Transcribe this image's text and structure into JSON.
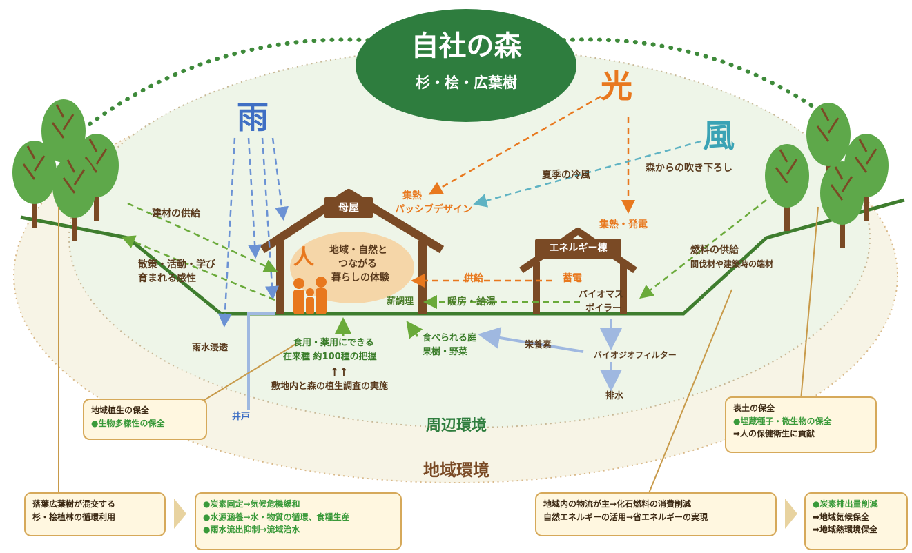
{
  "title": {
    "main": "自社の森",
    "sub": "杉・桧・広葉樹"
  },
  "elements": {
    "rain": "雨",
    "light": "光",
    "wind": "風",
    "person": "人"
  },
  "buildings": {
    "main_house": "母屋",
    "energy_building": "エネルギー棟"
  },
  "labels": {
    "experience": [
      "地域・自然と",
      "つながる",
      "暮らしの体験"
    ],
    "heat_collect_passive": [
      "集熱",
      "パッシブデザイン"
    ],
    "summer_wind": "夏季の冷風",
    "forest_downwind": "森からの吹き下ろし",
    "heat_power": "集熱・発電",
    "building_material": "建材の供給",
    "walk_sensibility": [
      "散策・活動・学び",
      "育まれる感性"
    ],
    "supply": "供給",
    "storage": "蓄電",
    "firewood": "薪調理",
    "heating_hotwater": "暖房・給湯",
    "biomass_boiler": [
      "バイオマス",
      "ボイラー"
    ],
    "fuel_supply": [
      "燃料の供給",
      "間伐材や建築時の端材"
    ],
    "rain_infiltration": "雨水浸透",
    "edible_plants": [
      "食用・薬用にできる",
      "在来種 約100種の把握"
    ],
    "arrows_up": "↑↑",
    "vegetation_survey": "敷地内と森の植生調査の実施",
    "edible_garden": [
      "食べられる庭",
      "果樹・野菜"
    ],
    "nutrients": "栄養素",
    "bio_filter": "バイオジオフィルター",
    "drainage": "排水",
    "well": "井戸",
    "surrounding_env": "周辺環境",
    "regional_env": "地域環境"
  },
  "callouts": {
    "vegetation": {
      "title": "地域植生の保全",
      "items": [
        "●生物多様性の保全"
      ]
    },
    "topsoil": {
      "title": "表土の保全",
      "items": [
        "●埋蔵種子・微生物の保全",
        "➡人の保健衛生に貢献"
      ]
    }
  },
  "bottom_boxes": [
    [
      "落葉広葉樹が混交する",
      "杉・桧植林の循環利用"
    ],
    [
      "●炭素固定→気候危機緩和",
      "●水源涵養→水・物質の循環、食糧生産",
      "●雨水流出抑制→流域治水"
    ],
    [
      "地域内の物流が主→化石燃料の消費削減",
      "自然エネルギーの活用→省エネルギーの実現"
    ],
    [
      "●炭素排出量削減",
      "➡地域気候保全",
      "➡地域熱環境保全"
    ]
  ],
  "colors": {
    "forest_green": "#2e7d3e",
    "rain_blue": "#3f6fc4",
    "light_orange": "#e8781e",
    "wind_teal": "#3aa3b5",
    "house_brown": "#7a4a25",
    "label_brown": "#5a3b1e",
    "arrow_green": "#6aaa3a",
    "callout_border": "#d6a95a"
  },
  "icons": [
    "tree-icon",
    "family-icon",
    "house-icon"
  ]
}
